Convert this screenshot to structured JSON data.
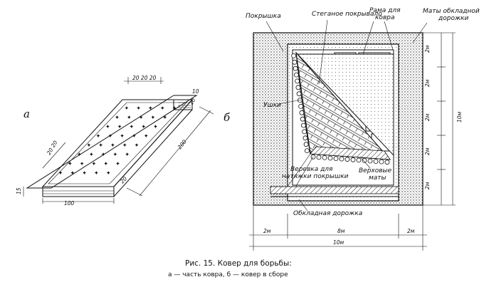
{
  "panel_labels": {
    "a": "а",
    "b": "б"
  },
  "part_a": {
    "dims": {
      "top_width": "20 20 20",
      "side_width": "20 20",
      "length": "200",
      "width": "100",
      "height": "15",
      "end_thickness": "10",
      "end_width": "20",
      "front_edge": "20"
    }
  },
  "part_b": {
    "labels": {
      "covers": "Покрышка",
      "quilted_cover": "Стеганое покрывало",
      "carpet_frame_1": "Рама для",
      "carpet_frame_2": "ковра",
      "border_mats_1": "Маты обкладной",
      "border_mats_2": "дорожки",
      "ears": "Ушки",
      "rope_1": "Веревка для",
      "rope_2": "натяжки покрышки",
      "top_mats_1": "Верховые",
      "top_mats_2": "маты",
      "border_track": "Обкладная дорожка"
    },
    "dims": {
      "side_segments": [
        "2м",
        "2м",
        "2м",
        "2м",
        "2м"
      ],
      "total_height": "10м",
      "bottom_left": "2м",
      "bottom_middle": "8м",
      "bottom_right": "2м",
      "total_width": "10м"
    }
  },
  "caption": {
    "line1": "Рис. 15. Ковер для борьбы:",
    "line2": "а — часть ковра, б — ковер в сборе"
  }
}
